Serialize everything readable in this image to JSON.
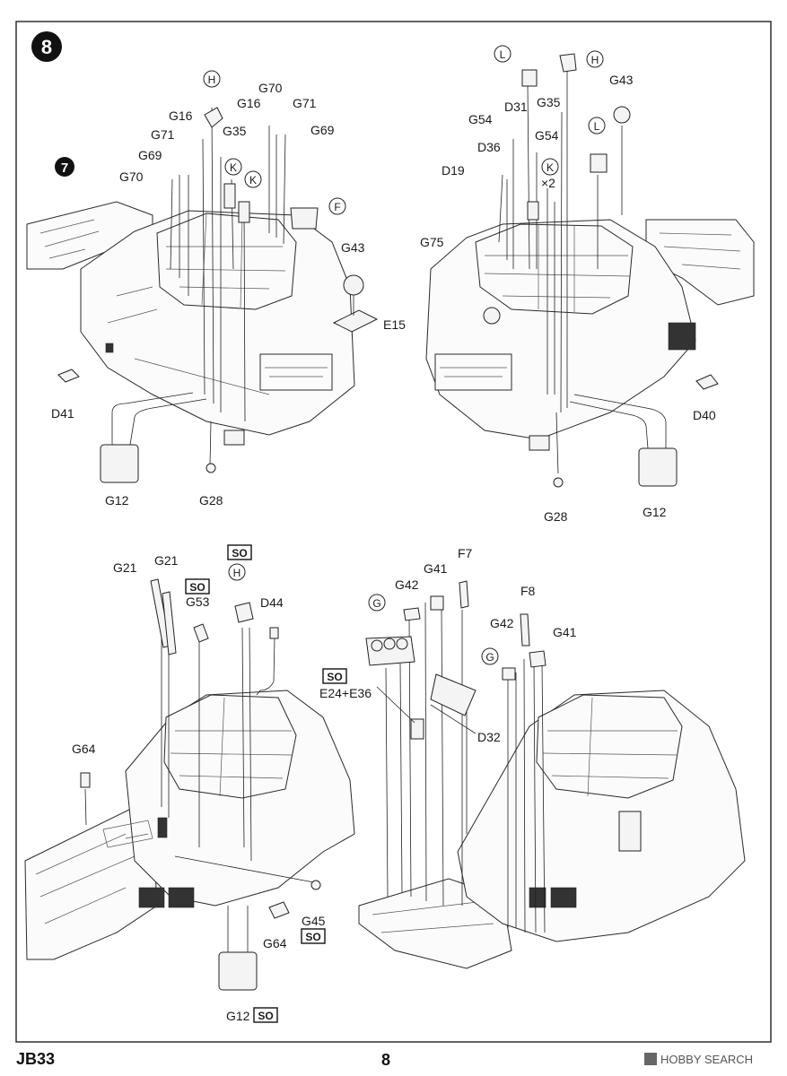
{
  "step": {
    "number": "8"
  },
  "sub_markers": {
    "prev_step": "7",
    "h": "H",
    "k": "K",
    "l": "L",
    "f": "F",
    "g": "G"
  },
  "badge": {
    "so": "SO"
  },
  "panel_tl": {
    "labels": {
      "g70_top": "G70",
      "g16a": "G16",
      "g71a": "G71",
      "g69a": "G69",
      "g35": "G35",
      "g16b": "G16",
      "g71b": "G71",
      "g69b": "G69",
      "g70b": "G70",
      "g43": "G43",
      "e15": "E15",
      "d41": "D41",
      "g12": "G12",
      "g28": "G28"
    }
  },
  "panel_tr": {
    "labels": {
      "g35": "G35",
      "g43": "G43",
      "d31": "D31",
      "g54a": "G54",
      "g54b": "G54",
      "d36": "D36",
      "d19": "D19",
      "times2": "×2",
      "g75": "G75",
      "d40": "D40",
      "g12": "G12",
      "g28": "G28"
    }
  },
  "panel_bl": {
    "labels": {
      "g21a": "G21",
      "g21b": "G21",
      "g53": "G53",
      "d44": "D44",
      "g64a": "G64",
      "g45": "G45",
      "g64b": "G64",
      "g12": "G12"
    }
  },
  "panel_br": {
    "labels": {
      "g42a": "G42",
      "g41a": "G41",
      "f7": "F7",
      "f8": "F8",
      "g42b": "G42",
      "g41b": "G41",
      "e24_e36": "E24+E36",
      "d32": "D32"
    }
  },
  "footer": {
    "code": "JB33",
    "page": "8",
    "watermark": "HOBBY SEARCH"
  }
}
